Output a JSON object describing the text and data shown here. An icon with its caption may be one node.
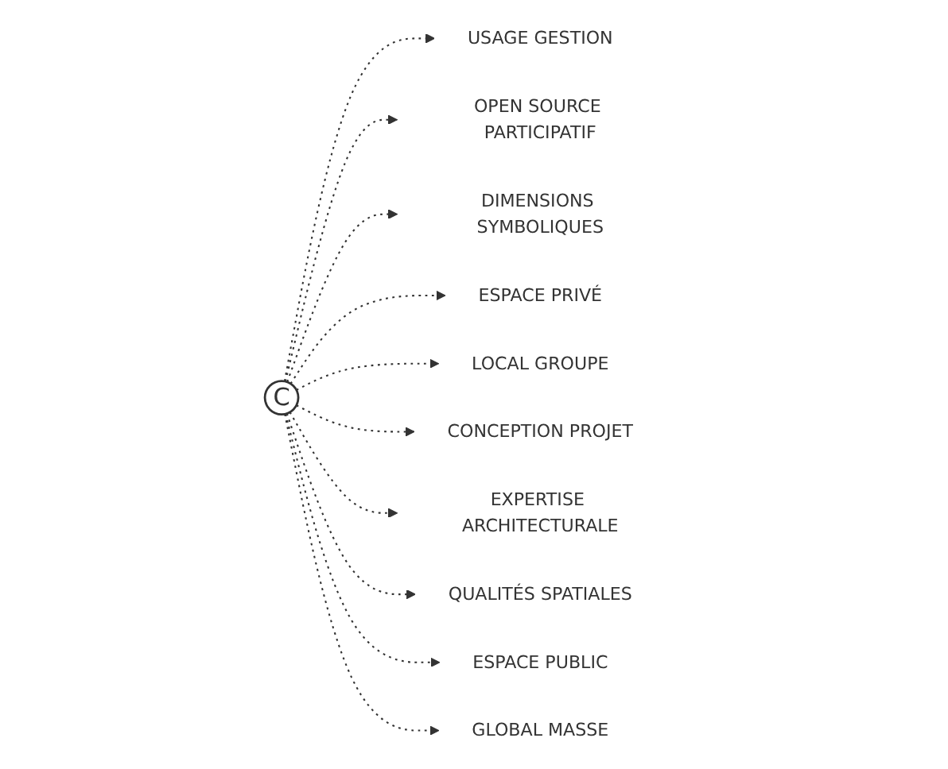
{
  "diagram": {
    "nodes": [
      {
        "text": [
          "C"
        ]
      },
      {
        "text": [
          "USAGE GESTION"
        ]
      },
      {
        "text": [
          "OPEN SOURCE PARTICIPATIF"
        ]
      },
      {
        "text": [
          "DIMENSIONS SYMBOLIQUES"
        ]
      },
      {
        "text": [
          "ESPACE PRIVÉ"
        ]
      },
      {
        "text": [
          "LOCAL GROUPE"
        ]
      },
      {
        "text": [
          "CONCEPTION PROJET"
        ]
      },
      {
        "text": [
          "EXPERTISE ARCHITECTURALE"
        ]
      },
      {
        "text": [
          "QUALITÉS SPATIALES"
        ]
      },
      {
        "text": [
          "ESPACE PUBLIC"
        ]
      },
      {
        "text": [
          "GLOBAL MASSE"
        ]
      }
    ],
    "edges": [
      {
        "from": 0,
        "to": 1,
        "arrow": "to",
        "style": "dashed"
      },
      {
        "from": 0,
        "to": 2,
        "arrow": "to",
        "style": "dashed"
      },
      {
        "from": 0,
        "to": 3,
        "arrow": "to",
        "style": "dashed"
      },
      {
        "from": 0,
        "to": 4,
        "arrow": "to",
        "style": "dashed"
      },
      {
        "from": 0,
        "to": 5,
        "arrow": "to",
        "style": "dashed"
      },
      {
        "from": 0,
        "to": 6,
        "arrow": "to",
        "style": "dashed"
      },
      {
        "from": 0,
        "to": 7,
        "arrow": "to",
        "style": "dashed"
      },
      {
        "from": 0,
        "to": 8,
        "arrow": "to",
        "style": "dashed"
      },
      {
        "from": 0,
        "to": 9,
        "arrow": "to",
        "style": "dashed"
      },
      {
        "from": 0,
        "to": 10,
        "arrow": "to",
        "style": "dashed"
      }
    ]
  }
}
